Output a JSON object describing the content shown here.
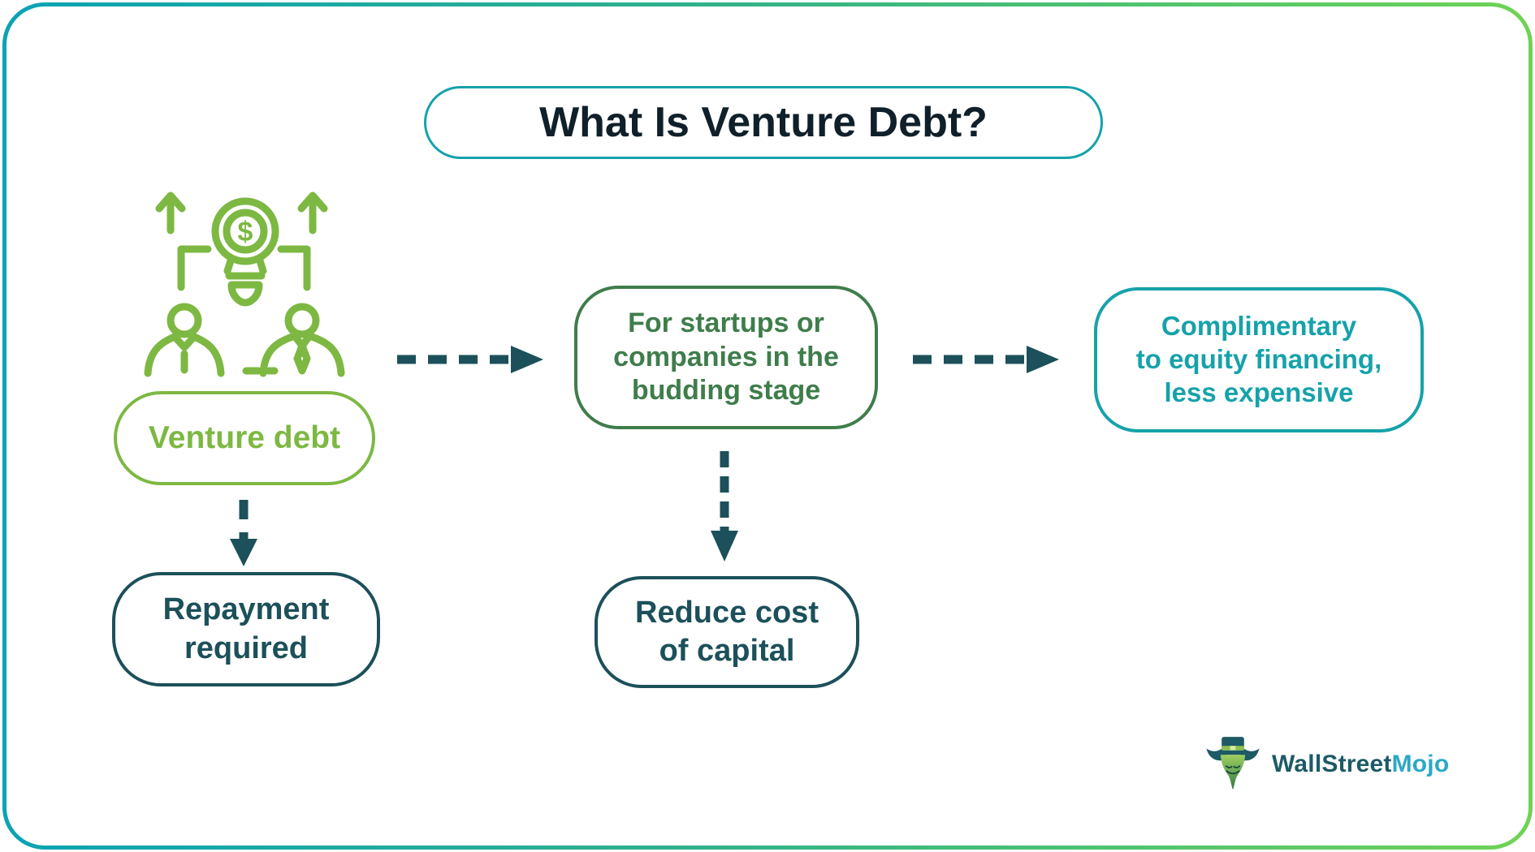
{
  "title": "What Is Venture Debt?",
  "boxes": {
    "venture_debt": {
      "label": "Venture debt"
    },
    "startups": {
      "lines": [
        "For startups or",
        "companies in the",
        "budding stage"
      ]
    },
    "complimentary": {
      "lines": [
        "Complimentary",
        "to equity financing,",
        "less expensive"
      ]
    },
    "repayment": {
      "lines": [
        "Repayment",
        "required"
      ]
    },
    "reduce_cost": {
      "lines": [
        "Reduce cost",
        "of capital"
      ]
    }
  },
  "icon": {
    "dollar_symbol": "$"
  },
  "logo": {
    "part1": "WallStreet",
    "part2": "Mojo"
  },
  "colors": {
    "light_green": "#7db843",
    "medium_green": "#3f7d4b",
    "teal": "#16a2aa",
    "dark_teal": "#1c505a",
    "title_text": "#10202a",
    "frame_gradient_start": "#0ba3b5",
    "frame_gradient_end": "#6fd355",
    "logo_dark": "#1d5a66",
    "logo_accent": "#2ba9c4"
  }
}
